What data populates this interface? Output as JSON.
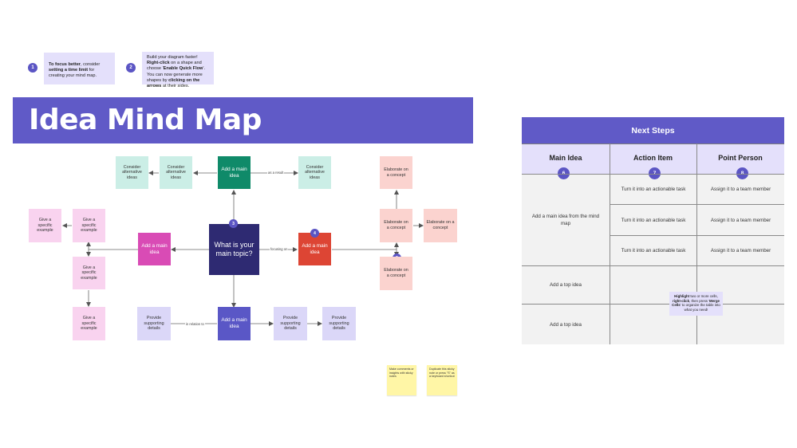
{
  "tips": [
    {
      "number": "1",
      "bold1": "To focus better",
      "text1": ", consider ",
      "bold2": "setting a time limit",
      "text2": " for creating your mind map."
    },
    {
      "number": "2",
      "text1": "Build your diagram faster! ",
      "bold1": "Right-click",
      "text2": " on a shape and choose '",
      "bold2": "Enable Quick Flow",
      "text3": "'. You can now generate more shapes by ",
      "bold3": "clicking on the arrows",
      "text4": " at their sides."
    }
  ],
  "title": "Idea Mind Map",
  "mindmap": {
    "center": "What is your main topic?",
    "top_main": "Add a main idea",
    "left_main": "Add a main idea",
    "right_main": "Add a main idea",
    "bottom_main": "Add a main idea",
    "consider_1": "Consider alternative ideas",
    "consider_2": "Consider alternative ideas",
    "consider_3": "Consider alternative ideas",
    "example_1": "Give a specific example",
    "example_2": "Give a specific example",
    "example_3": "Give a specific example",
    "example_4": "Give a specific example",
    "elaborate_top": "Elaborate on a concept",
    "elaborate_mid": "Elaborate on a concept",
    "elaborate_right": "Elaborate on a concept",
    "elaborate_bottom": "Elaborate on a concept",
    "details_1": "Provide supporting details",
    "details_2": "Provide supporting details",
    "details_3": "Provide supporting details",
    "edge_result": "as a result",
    "edge_focusing": "focusing on",
    "edge_relation": "in relation to",
    "badge_3": "3",
    "badge_4": "4",
    "badge_5": "5"
  },
  "stickies": [
    "Make comments or insights with sticky notes",
    "Duplicate this sticky note or press \"S\" as a keyboard shortcut"
  ],
  "table": {
    "title": "Next Steps",
    "headers": [
      {
        "label": "Main Idea",
        "badge": "6"
      },
      {
        "label": "Action Item",
        "badge": "7"
      },
      {
        "label": "Point Person",
        "badge": "8"
      }
    ],
    "main_idea_1": "Add a main idea from the mind map",
    "action_items": [
      "Turn it into an actionable task",
      "Turn it into an actionable task",
      "Turn it into an actionable task"
    ],
    "point_persons": [
      "Assign it to a team member",
      "Assign it to a team member",
      "Assign it to a team member"
    ],
    "top_idea_1": "Add a top idea",
    "top_idea_2": "Add a top idea"
  },
  "merge_tip": {
    "bold1": "Highlight",
    "text1": " two or more cells, ",
    "bold2": "right-click",
    "text2": ", then press '",
    "bold3": "Merge Cells",
    "text3": "' to organize the table into what you need!"
  },
  "colors": {
    "brand": "#605ac7",
    "teal_main": "#0f8a69",
    "magenta_main": "#d94bb5",
    "center": "#2e2a72",
    "red_main": "#dd4534",
    "purple_main": "#5a57c6"
  }
}
